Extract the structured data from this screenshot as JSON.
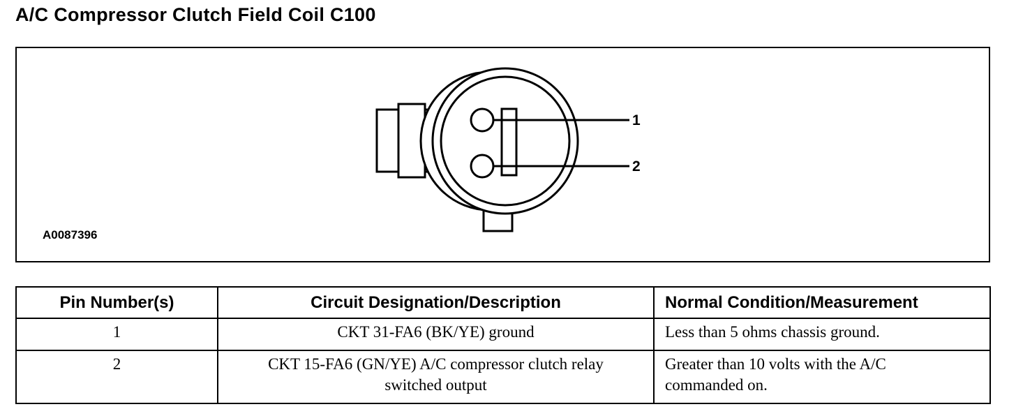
{
  "title": "A/C Compressor Clutch Field Coil C100",
  "figure": {
    "id": "A0087396",
    "pin_labels": [
      "1",
      "2"
    ]
  },
  "table": {
    "headers": [
      "Pin Number(s)",
      "Circuit Designation/Description",
      "Normal Condition/Measurement"
    ],
    "rows": [
      {
        "pin": "1",
        "circuit": "CKT 31-FA6 (BK/YE) ground",
        "condition": "Less than 5 ohms chassis ground."
      },
      {
        "pin": "2",
        "circuit": "CKT 15-FA6 (GN/YE) A/C compressor clutch relay switched output",
        "condition": "Greater than 10 volts with the A/C commanded on."
      }
    ]
  }
}
